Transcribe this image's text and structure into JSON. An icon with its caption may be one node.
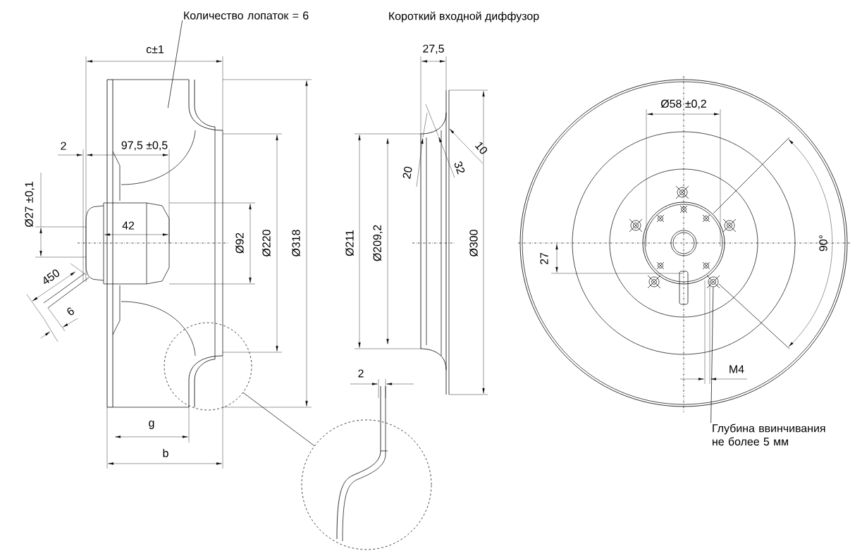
{
  "diagram": {
    "nodes": [
      {
        "text": [
          "Количество лопаток = 6"
        ]
      },
      {
        "text": [],
        "shape": "picture"
      },
      {
        "text": [
          "Глубина ввинчивания не более 5 мм"
        ]
      },
      {
        "text": [],
        "shape": "picture"
      },
      {
        "text": [],
        "shape": "circle"
      },
      {
        "text": [],
        "shape": "circle"
      }
    ],
    "edges": [
      {
        "from": 0,
        "to": 1,
        "arrow": "none"
      },
      {
        "from": 2,
        "to": 3,
        "arrow": "none"
      },
      {
        "from": 4,
        "to": 5,
        "arrow": "none"
      }
    ],
    "labels": [
      "c±1",
      "2",
      "97,5 ±0,5",
      "Ø27 ±0,1",
      "42",
      "450",
      "6",
      "Ø92",
      "Ø220",
      "Ø318",
      "g",
      "b",
      "Короткий входной диффузор",
      "27,5",
      "10",
      "20",
      "32",
      "Ø211",
      "Ø209,2",
      "Ø300",
      "2",
      "Ø58 ±0,2",
      "90°",
      "27",
      "M4"
    ]
  }
}
